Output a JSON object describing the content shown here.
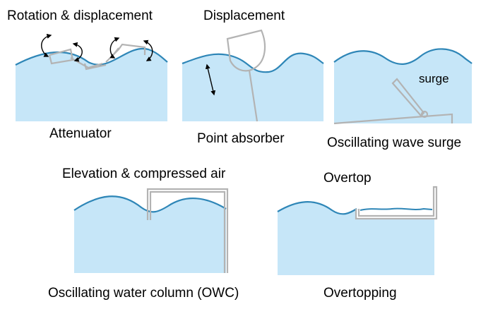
{
  "colors": {
    "water_fill": "#c6e6f8",
    "water_line": "#2e86b7",
    "device": "#b3b3b3",
    "arrow": "#000000"
  },
  "panels": {
    "attenuator": {
      "top_label": "Rotation & displacement",
      "caption": "Attenuator"
    },
    "point_absorber": {
      "top_label": "Displacement",
      "caption": "Point absorber"
    },
    "wave_surge": {
      "inner_label": "surge",
      "caption": "Oscillating wave surge"
    },
    "owc": {
      "top_label": "Elevation & compressed air",
      "caption": "Oscillating water column (OWC)"
    },
    "overtopping": {
      "top_label": "Overtop",
      "caption": "Overtopping"
    }
  }
}
